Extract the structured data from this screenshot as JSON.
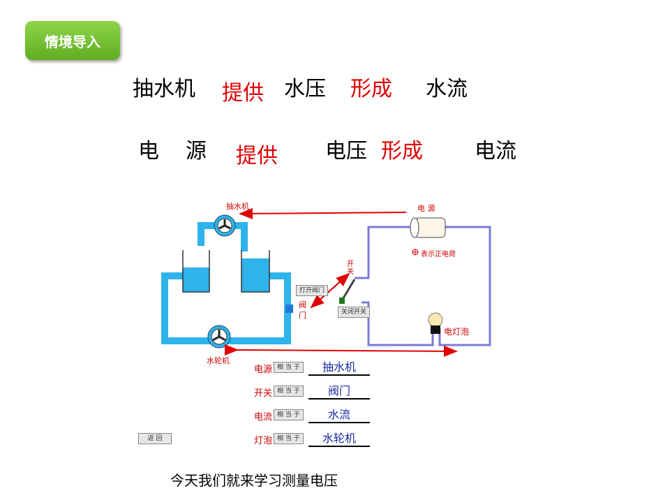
{
  "badge": "情境导入",
  "row1": {
    "source": "抽水机",
    "verb1": "提供",
    "quantity": "水压",
    "verb2": "形成",
    "result": "水流"
  },
  "row2": {
    "source_a": "电",
    "source_b": "源",
    "verb1": "提供",
    "quantity": "电压",
    "verb2": "形成",
    "result": "电流"
  },
  "diagram": {
    "pump": "抽水机",
    "power": "电  源",
    "positive_charge": "表示正电荷",
    "open_valve_btn": "打开阀门",
    "valve_a": "阀",
    "valve_b": "门",
    "switch_a": "开",
    "switch_b": "关",
    "close_switch_btn": "关闭开关",
    "bulb": "电灯泡",
    "turbine": "水轮机",
    "back_btn": "返  回",
    "equiv_btn": "相 当 于",
    "rows": [
      {
        "left": "电源",
        "right": "抽水机"
      },
      {
        "left": "开关",
        "right": "阀门"
      },
      {
        "left": "电流",
        "right": "水流"
      },
      {
        "left": "灯泡",
        "right": "水轮机"
      }
    ]
  },
  "caption": "今天我们就来学习测量电压",
  "colors": {
    "water": "#2eb3ea",
    "red": "#e00000",
    "wire": "#7b78d8",
    "answer": "#1a2aa0"
  }
}
